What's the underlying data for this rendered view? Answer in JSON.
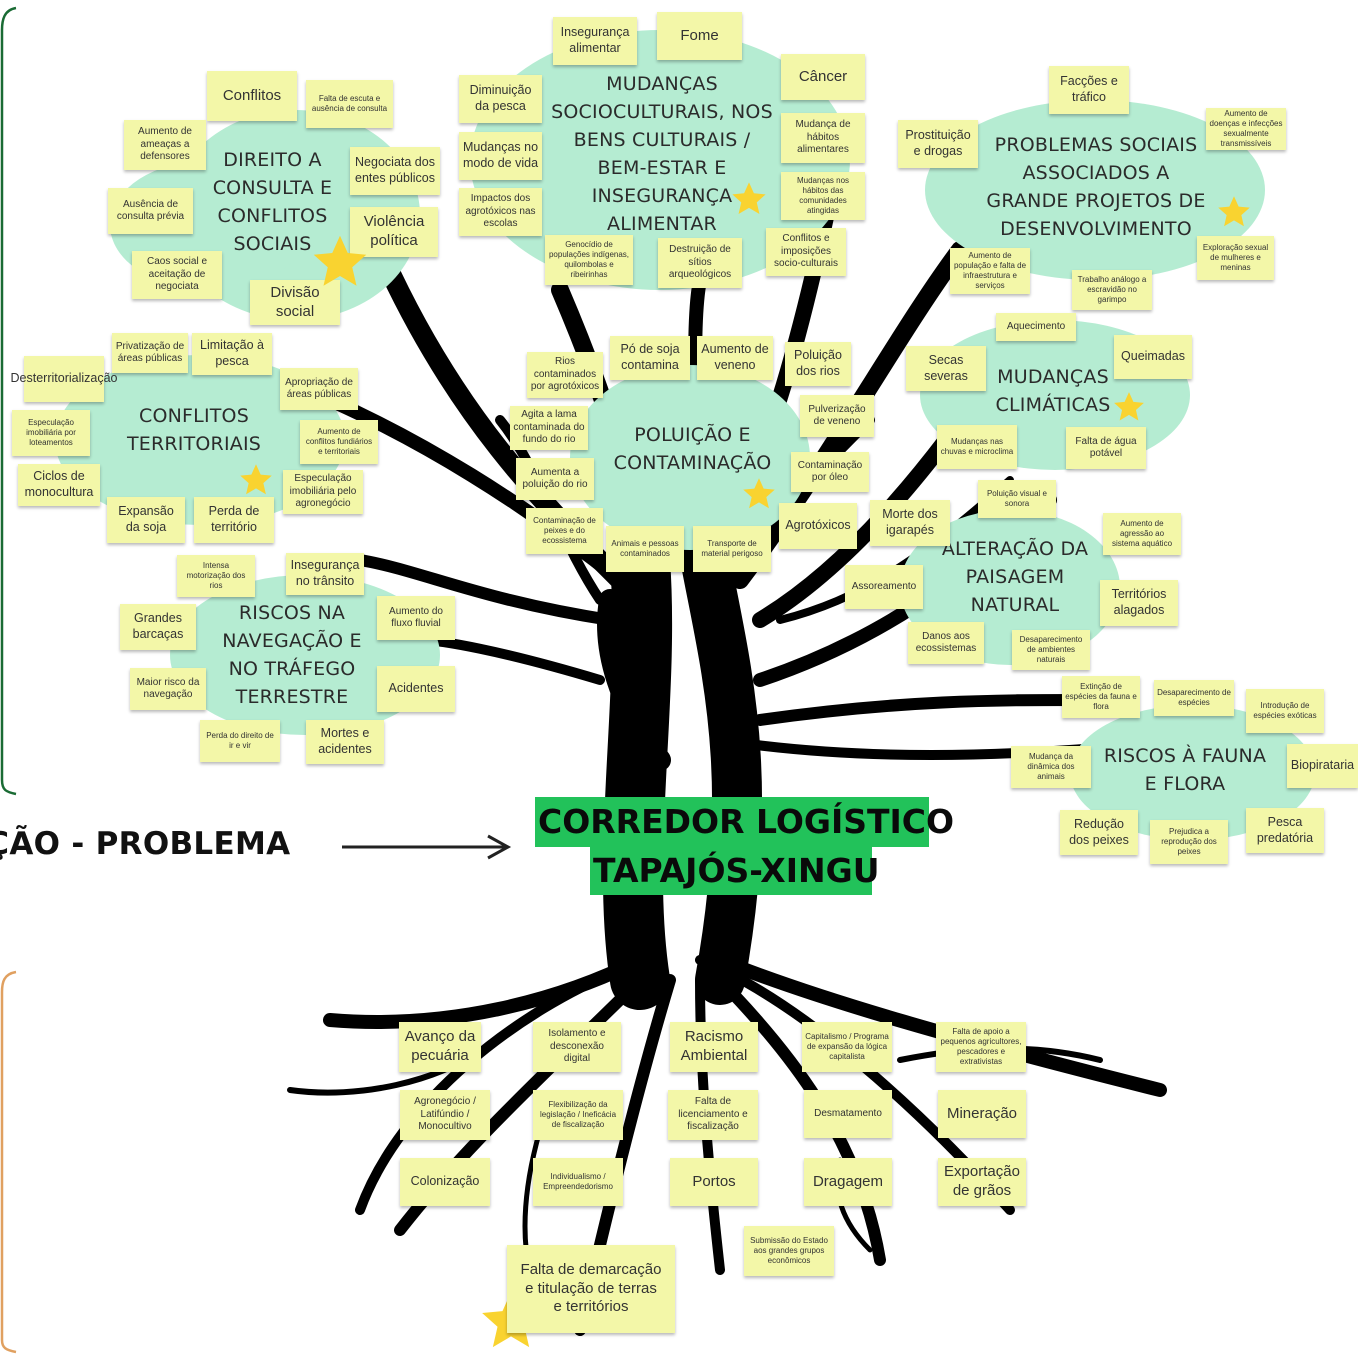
{
  "center": {
    "line1": "CORREDOR LOGÍSTICO",
    "line2": "TAPAJÓS-XINGU"
  },
  "side_label": "AÇÃO - PROBLEMA",
  "colors": {
    "cloud": "#b5ecd2",
    "note": "#f3f7a8",
    "title_bg": "#22c25a",
    "star": "#f9d330",
    "tree": "#000000",
    "left_bracket_top": "#1a6b34",
    "left_bracket_bottom": "#e0a060"
  },
  "clusters": [
    {
      "title": "DIREITO A CONSULTA E CONFLITOS SOCIAIS",
      "notes": [
        "Conflitos",
        "Falta de escuta e ausência de consulta",
        "Aumento de ameaças a defensores",
        "Negociata dos entes públicos",
        "Ausência de consulta prévia",
        "Violência política",
        "Caos social e aceitação de negociata",
        "Divisão social"
      ]
    },
    {
      "title": "MUDANÇAS SOCIOCULTURAIS, NOS BENS CULTURAIS / BEM-ESTAR E INSEGURANÇA ALIMENTAR",
      "notes": [
        "Insegurança alimentar",
        "Fome",
        "Câncer",
        "Diminuição da pesca",
        "Mudanças no modo de vida",
        "Mudança de hábitos alimentares",
        "Impactos dos agrotóxicos nas escolas",
        "Mudanças nos hábitos das comunidades atingidas",
        "Genocídio de populações indígenas, quilombolas e ribeirinhas",
        "Destruição de sítios arqueológicos",
        "Conflitos e imposições socio-culturais"
      ]
    },
    {
      "title": "PROBLEMAS SOCIAIS ASSOCIADOS A GRANDE PROJETOS DE DESENVOLVIMENTO",
      "notes": [
        "Facções e tráfico",
        "Prostituição e drogas",
        "Aumento de doenças e infecções sexualmente transmissíveis",
        "Exploração sexual de mulheres e meninas",
        "Aumento de população e falta de infraestrutura e serviços",
        "Trabalho análogo a escravidão no garimpo"
      ]
    },
    {
      "title": "CONFLITOS TERRITORIAIS",
      "notes": [
        "Desterritorialização",
        "Privatização de áreas públicas",
        "Limitação à pesca",
        "Apropriação de áreas públicas",
        "Especulação imobiliária por loteamentos",
        "Aumento de conflitos fundiários e territoriais",
        "Ciclos de monocultura",
        "Especulação imobiliária pelo agronegócio",
        "Expansão da soja",
        "Perda de território"
      ]
    },
    {
      "title": "POLUIÇÃO E CONTAMINAÇÃO",
      "notes": [
        "Rios contaminados por agrotóxicos",
        "Pó de soja contamina",
        "Aumento de veneno",
        "Poluição dos rios",
        "Agita a lama contaminada do fundo do rio",
        "Pulverização de veneno",
        "Aumenta a poluição do rio",
        "Contaminação por óleo",
        "Contaminação de peixes e do ecossistema",
        "Animais e pessoas contaminados",
        "Transporte de material perigoso",
        "Agrotóxicos"
      ]
    },
    {
      "title": "MUDANÇAS CLIMÁTICAS",
      "notes": [
        "Aquecimento",
        "Secas severas",
        "Queimadas",
        "Mudanças nas chuvas e microclima",
        "Falta de água potável"
      ]
    },
    {
      "title": "ALTERAÇÃO DA PAISAGEM NATURAL",
      "notes": [
        "Poluição visual e sonora",
        "Morte dos igarapés",
        "Aumento de agressão ao sistema aquático",
        "Assoreamento",
        "Territórios alagados",
        "Danos aos ecossistemas",
        "Desaparecimento de ambientes naturais"
      ]
    },
    {
      "title": "RISCOS NA NAVEGAÇÃO E NO TRÁFEGO TERRESTRE",
      "notes": [
        "Intensa motorização dos rios",
        "Insegurança no trânsito",
        "Grandes barcaças",
        "Aumento do fluxo fluvial",
        "Maior risco da navegação",
        "Acidentes",
        "Perda do direito de ir e vir",
        "Mortes e acidentes"
      ]
    },
    {
      "title": "RISCOS À FAUNA E FLORA",
      "notes": [
        "Extinção de espécies da fauna e flora",
        "Desaparecimento de espécies",
        "Introdução de espécies exóticas",
        "Mudança da dinâmica dos animais",
        "Biopirataria",
        "Redução dos peixes",
        "Prejudica a reprodução dos peixes",
        "Pesca predatória"
      ]
    }
  ],
  "roots": [
    "Avanço da pecuária",
    "Isolamento e desconexão digital",
    "Racismo Ambiental",
    "Capitalismo / Programa de expansão da lógica capitalista",
    "Falta de apoio a pequenos agricultores, pescadores e extrativistas",
    "Agronegócio / Latifúndio / Monocultivo",
    "Flexibilização da legislação / Ineficácia de fiscalização",
    "Falta de licenciamento e fiscalização",
    "Desmatamento",
    "Mineração",
    "Colonização",
    "Individualismo / Empreendedorismo",
    "Portos",
    "Dragagem",
    "Exportação de grãos",
    "Submissão do Estado aos grandes grupos econômicos",
    "Falta de demarcação e titulação de terras e territórios"
  ]
}
